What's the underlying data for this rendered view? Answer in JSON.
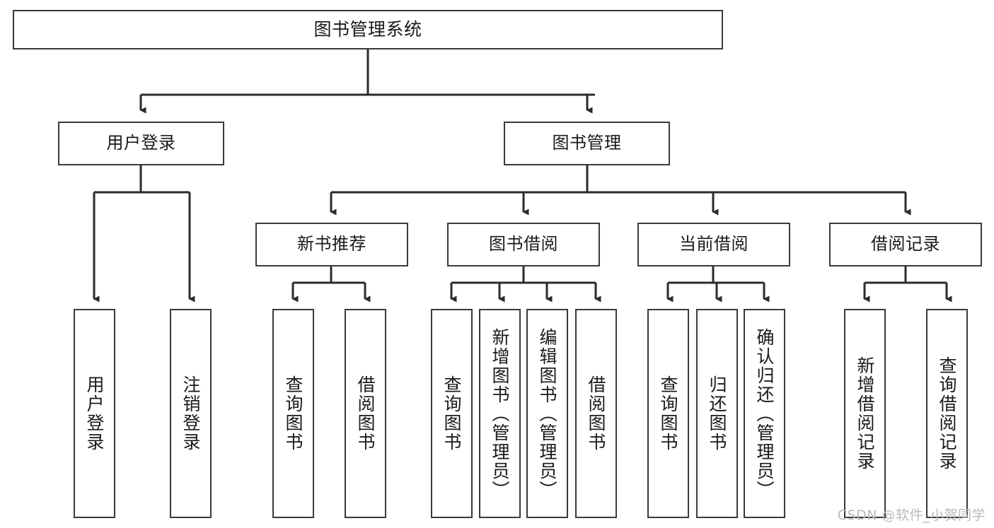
{
  "diagram": {
    "type": "tree",
    "title": "图书管理系统",
    "colors": {
      "node_border": "#3a3a3a",
      "node_fill": "#ffffff",
      "connector": "#2b2b2b",
      "text": "#1a1a1a",
      "watermark": "#b9b9b9",
      "background": "#ffffff"
    },
    "root": {
      "label": "图书管理系统"
    },
    "level2": [
      {
        "label": "用户登录"
      },
      {
        "label": "图书管理"
      }
    ],
    "level3": [
      {
        "label": "新书推荐"
      },
      {
        "label": "图书借阅"
      },
      {
        "label": "当前借阅"
      },
      {
        "label": "借阅记录"
      }
    ],
    "leaves": {
      "user_login": [
        {
          "label": "用户登录"
        },
        {
          "label": "注销登录"
        }
      ],
      "new_book_recommend": [
        {
          "label": "查询图书"
        },
        {
          "label": "借阅图书"
        }
      ],
      "book_borrow": [
        {
          "label": "查询图书"
        },
        {
          "label": "新增图书（管理员）"
        },
        {
          "label": "编辑图书（管理员）"
        },
        {
          "label": "借阅图书"
        }
      ],
      "current_borrow": [
        {
          "label": "查询图书"
        },
        {
          "label": "归还图书"
        },
        {
          "label": "确认归还（管理员）"
        }
      ],
      "borrow_record": [
        {
          "label": "新增借阅记录"
        },
        {
          "label": "查询借阅记录"
        }
      ]
    }
  },
  "watermark": {
    "text": "CSDN @软件_小贺同学"
  }
}
